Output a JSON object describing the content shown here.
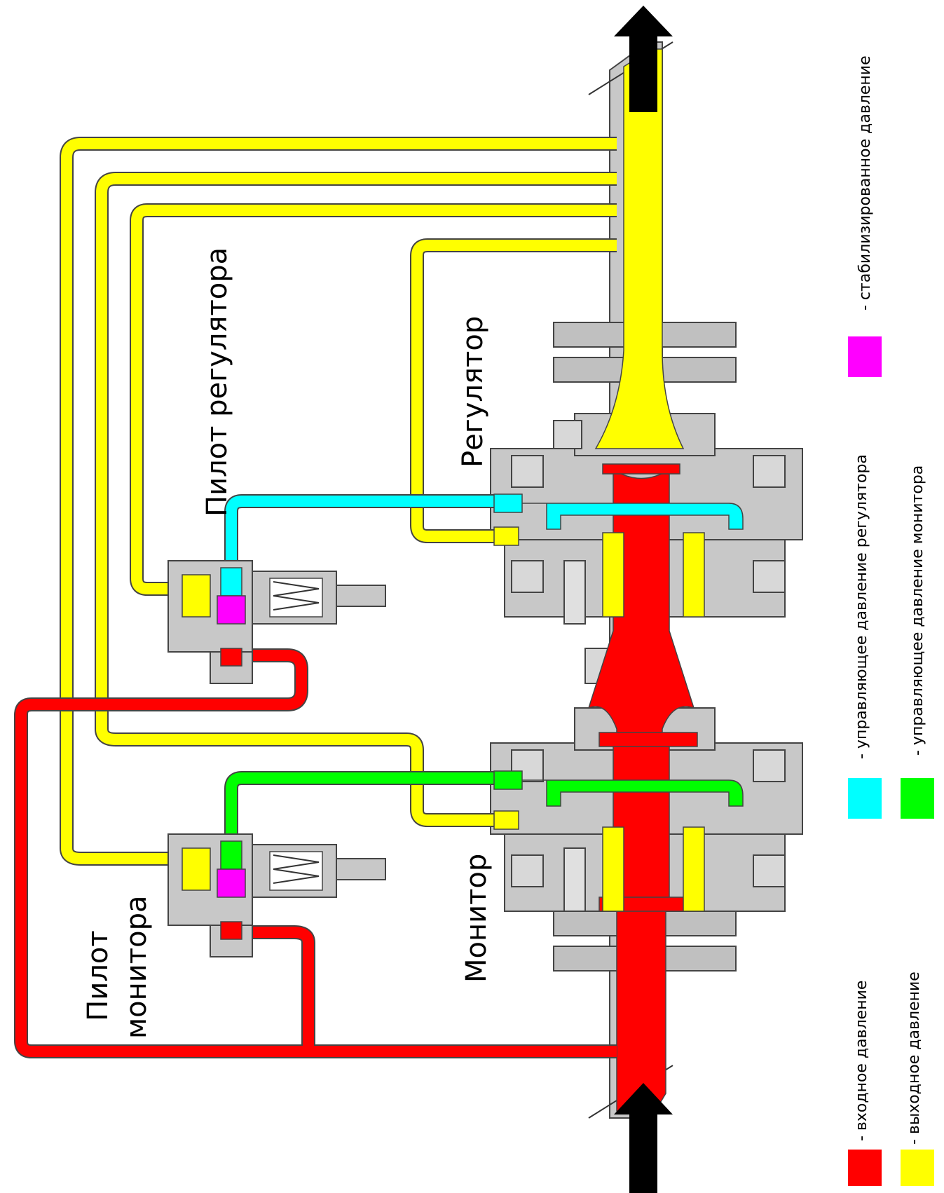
{
  "labels": {
    "regulator_pilot": "Пилот регулятора",
    "regulator": "Регулятор",
    "monitor_pilot_line1": "Пилот",
    "monitor_pilot_line2": "монитора",
    "monitor": "Монитор"
  },
  "legend": [
    {
      "key": "inlet",
      "text": "- входное давление",
      "color": "#ff0000"
    },
    {
      "key": "outlet",
      "text": "- выходное давление",
      "color": "#ffff00"
    },
    {
      "key": "reg_control",
      "text": "- управляющее давление регулятора",
      "color": "#00ffff"
    },
    {
      "key": "mon_control",
      "text": "- управляющее давление монитора",
      "color": "#00ff00"
    },
    {
      "key": "stabilized",
      "text": "- стабилизированное давление",
      "color": "#ff00ff"
    }
  ],
  "colors": {
    "inlet": "#ff0000",
    "outlet": "#ffff00",
    "regulator_control": "#00ffff",
    "monitor_control": "#00ff00",
    "stabilized": "#ff00ff",
    "body": "#c8c8c8",
    "arrow": "#000000"
  },
  "icons": {
    "flow_in": "arrow-up-icon",
    "flow_out": "arrow-up-icon"
  }
}
